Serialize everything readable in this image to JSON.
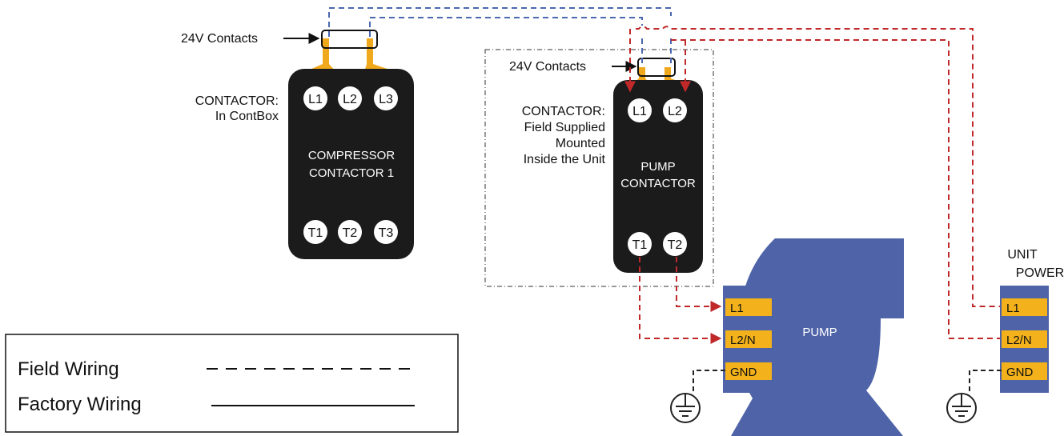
{
  "colors": {
    "contactor_body": "#1b1b1b",
    "contact_tab": "#f0a81c",
    "control_wire": "#4a68b0",
    "power_wire": "#c0282a",
    "pump_body": "#4f63a8",
    "terminal": "#f3b21b",
    "ground_wire": "#222222"
  },
  "compressor": {
    "contacts_label": "24V Contacts",
    "contactor_label_1": "CONTACTOR:",
    "contactor_label_2": "In ContBox",
    "title_1": "COMPRESSOR",
    "title_2": "CONTACTOR 1",
    "line_terminals": [
      "L1",
      "L2",
      "L3"
    ],
    "load_terminals": [
      "T1",
      "T2",
      "T3"
    ]
  },
  "pump_contactor": {
    "contacts_label": "24V Contacts",
    "contactor_label_1": "CONTACTOR:",
    "contactor_label_2": "Field Supplied",
    "contactor_label_3": "Mounted",
    "contactor_label_4": "Inside the Unit",
    "title_1": "PUMP",
    "title_2": "CONTACTOR",
    "line_terminals": [
      "L1",
      "L2"
    ],
    "load_terminals": [
      "T1",
      "T2"
    ]
  },
  "pump": {
    "label": "PUMP",
    "terminals": [
      "L1",
      "L2/N",
      "GND"
    ]
  },
  "unit_power": {
    "label_1": "UNIT",
    "label_2": "POWER",
    "terminals": [
      "L1",
      "L2/N",
      "GND"
    ]
  },
  "legend": {
    "field_wiring": "Field Wiring",
    "factory_wiring": "Factory Wiring"
  },
  "icons": [
    "ground-icon",
    "arrow-icon"
  ]
}
